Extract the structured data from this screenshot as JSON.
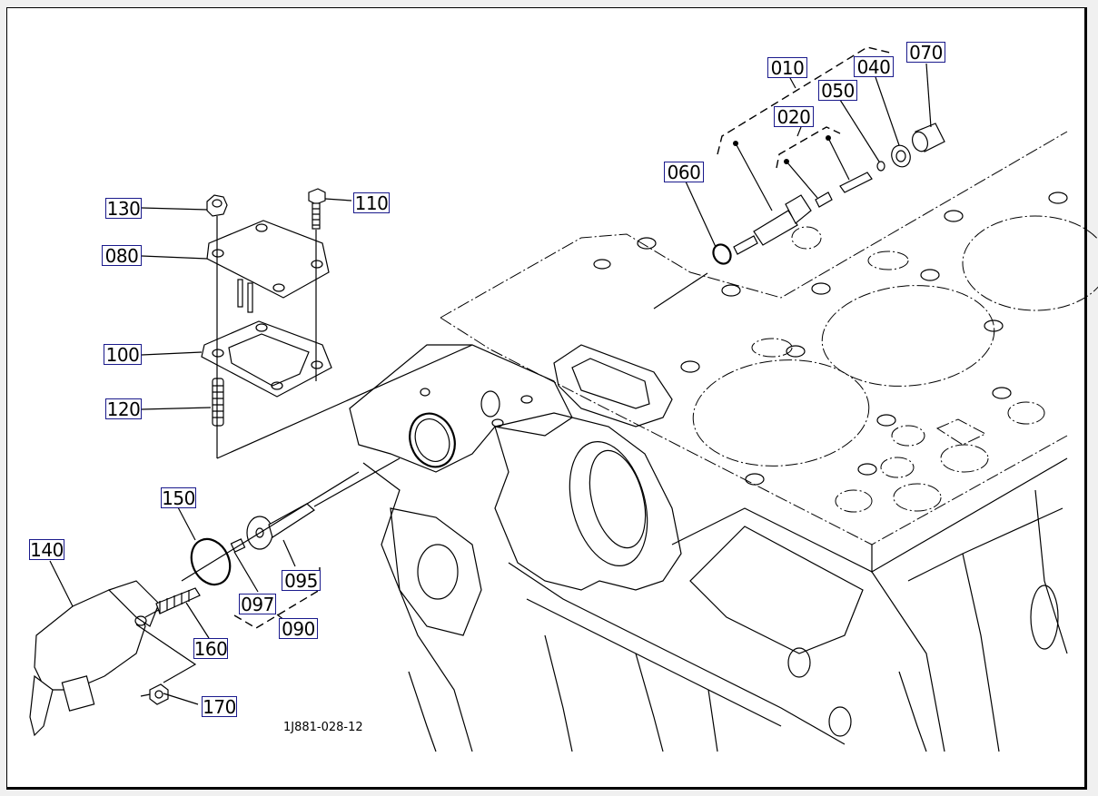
{
  "diagram": {
    "drawing_number": "1J881-028-12",
    "callouts": [
      {
        "id": "010",
        "label": "010"
      },
      {
        "id": "020",
        "label": "020"
      },
      {
        "id": "040",
        "label": "040"
      },
      {
        "id": "050",
        "label": "050"
      },
      {
        "id": "060",
        "label": "060"
      },
      {
        "id": "070",
        "label": "070"
      },
      {
        "id": "080",
        "label": "080"
      },
      {
        "id": "090",
        "label": "090"
      },
      {
        "id": "095",
        "label": "095"
      },
      {
        "id": "097",
        "label": "097"
      },
      {
        "id": "100",
        "label": "100"
      },
      {
        "id": "110",
        "label": "110"
      },
      {
        "id": "120",
        "label": "120"
      },
      {
        "id": "130",
        "label": "130"
      },
      {
        "id": "140",
        "label": "140"
      },
      {
        "id": "150",
        "label": "150"
      },
      {
        "id": "160",
        "label": "160"
      },
      {
        "id": "170",
        "label": "170"
      }
    ],
    "colors": {
      "callout_border": "#1a1a8c",
      "line": "#000000",
      "background": "#ffffff"
    }
  }
}
